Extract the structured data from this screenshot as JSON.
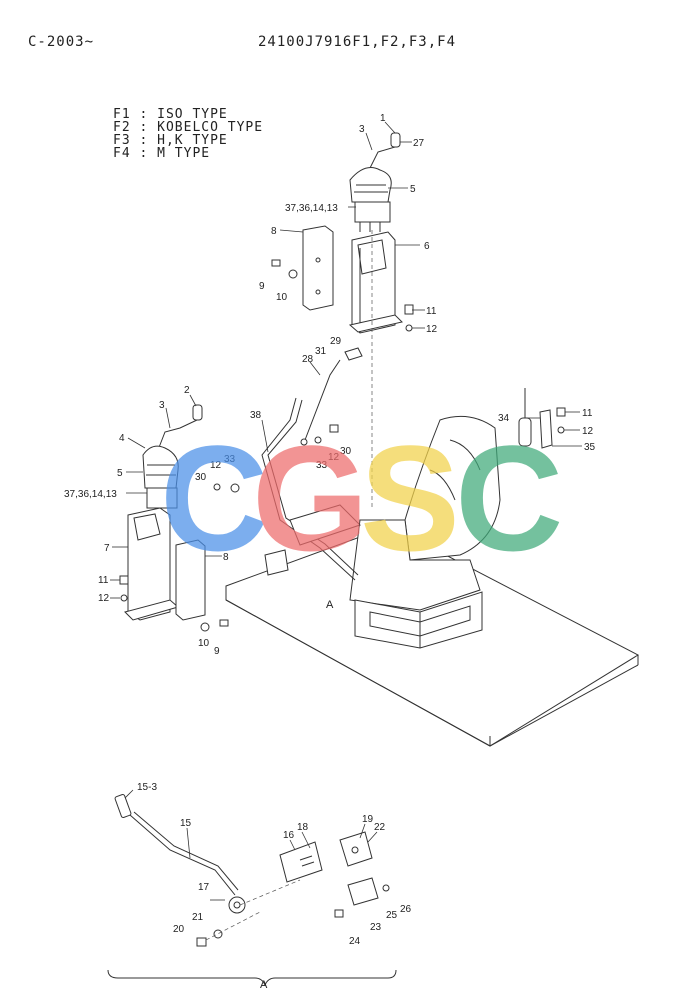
{
  "header": {
    "serial": "C-2003~",
    "part_number": "24100J7916F1,F2,F3,F4"
  },
  "legend": [
    "F1 : ISO TYPE",
    "F2 : KOBELCO TYPE",
    "F3 : H,K TYPE",
    "F4 : M TYPE"
  ],
  "callouts": {
    "c1": "1",
    "c3a": "3",
    "c27": "27",
    "c5a": "5",
    "c37a": "37,36,14,13",
    "c8a": "8",
    "c6": "6",
    "c9a": "9",
    "c10a": "10",
    "c11a": "11",
    "c12a": "12",
    "c29": "29",
    "c31": "31",
    "c28": "28",
    "c2": "2",
    "c3b": "3",
    "c4": "4",
    "c5b": "5",
    "c37b": "37,36,14,13",
    "c7": "7",
    "c8b": "8",
    "c11b": "11",
    "c12b": "12",
    "c10b": "10",
    "c9b": "9",
    "c38": "38",
    "c12c": "12",
    "c30a": "30",
    "c33a": "33",
    "c30b": "30",
    "c12d": "12",
    "c33b": "33",
    "c34": "34",
    "c11c": "11",
    "c12e": "12",
    "c35": "35",
    "cA1": "A",
    "c15_3": "15-3",
    "c15": "15",
    "c16": "16",
    "c18": "18",
    "c19": "19",
    "c22": "22",
    "c17": "17",
    "c21": "21",
    "c20": "20",
    "c24": "24",
    "c23": "23",
    "c25": "25",
    "c26": "26",
    "cA2": "A"
  },
  "watermark": {
    "letters": [
      "C",
      "G",
      "S",
      "C"
    ],
    "colors": [
      "#4a8fe8",
      "#ee6b6b",
      "#f2d24a",
      "#3faa7a"
    ]
  }
}
